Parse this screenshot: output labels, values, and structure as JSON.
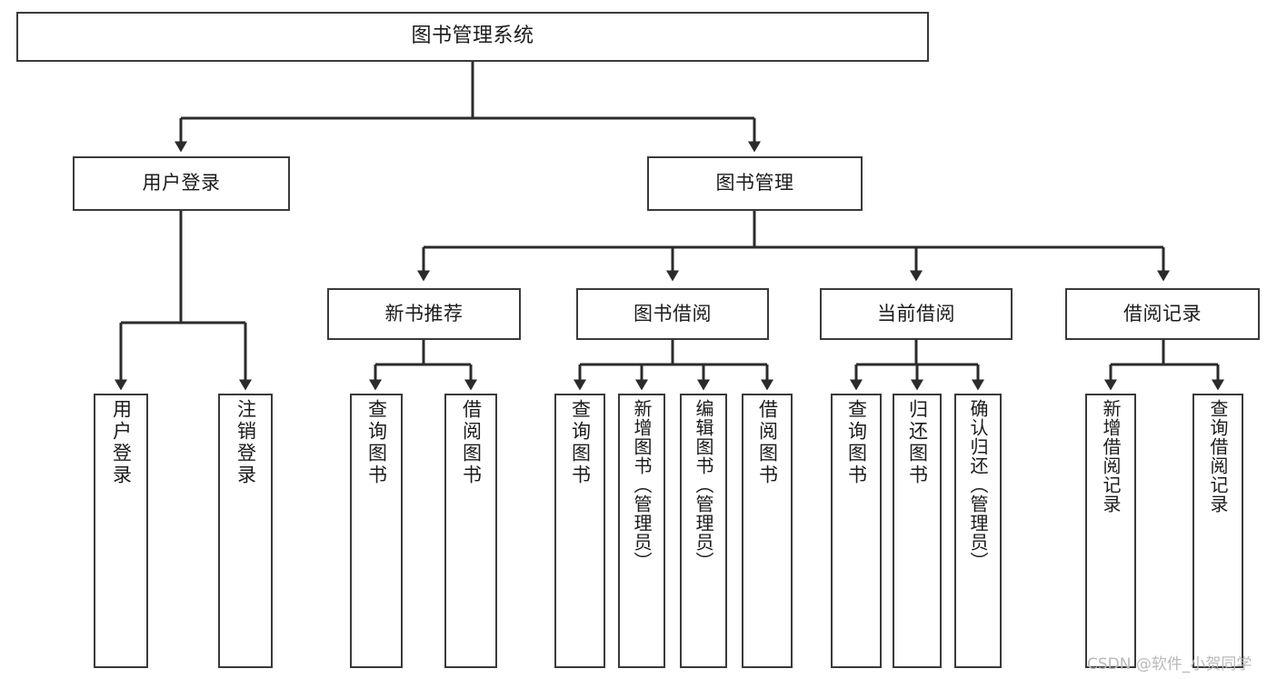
{
  "diagram": {
    "title": "图书管理系统",
    "type": "tree-hierarchy",
    "root": {
      "label": "图书管理系统"
    },
    "level2": [
      {
        "id": "user-login",
        "label": "用户登录"
      },
      {
        "id": "book-management",
        "label": "图书管理"
      }
    ],
    "level3": [
      {
        "id": "new-book-recommend",
        "label": "新书推荐",
        "parent": "book-management"
      },
      {
        "id": "book-borrow",
        "label": "图书借阅",
        "parent": "book-management"
      },
      {
        "id": "current-borrow",
        "label": "当前借阅",
        "parent": "book-management"
      },
      {
        "id": "borrow-record",
        "label": "借阅记录",
        "parent": "book-management"
      }
    ],
    "leaves": [
      {
        "id": "leaf-user-login",
        "label": "用户登录",
        "parent": "user-login"
      },
      {
        "id": "leaf-user-logout",
        "label": "注销登录",
        "parent": "user-login"
      },
      {
        "id": "leaf-query-book-1",
        "label": "查询图书",
        "parent": "new-book-recommend"
      },
      {
        "id": "leaf-borrow-book-1",
        "label": "借阅图书",
        "parent": "new-book-recommend"
      },
      {
        "id": "leaf-query-book-2",
        "label": "查询图书",
        "parent": "book-borrow"
      },
      {
        "id": "leaf-add-book",
        "label": "新增图书（管理员）",
        "parent": "book-borrow"
      },
      {
        "id": "leaf-edit-book",
        "label": "编辑图书（管理员）",
        "parent": "book-borrow"
      },
      {
        "id": "leaf-borrow-book-2",
        "label": "借阅图书",
        "parent": "book-borrow"
      },
      {
        "id": "leaf-query-book-3",
        "label": "查询图书",
        "parent": "current-borrow"
      },
      {
        "id": "leaf-return-book",
        "label": "归还图书",
        "parent": "current-borrow"
      },
      {
        "id": "leaf-confirm-return",
        "label": "确认归还（管理员）",
        "parent": "current-borrow"
      },
      {
        "id": "leaf-add-record",
        "label": "新增借阅记录",
        "parent": "borrow-record"
      },
      {
        "id": "leaf-query-record",
        "label": "查询借阅记录",
        "parent": "borrow-record"
      }
    ],
    "colors": {
      "background": "#ffffff",
      "box_border": "#3a3a3a",
      "box_fill": "#ffffff",
      "connector": "#2b2b2b",
      "text": "#1b1b1b",
      "watermark": "#b9b9b9"
    }
  },
  "watermark": {
    "text": "CSDN @软件_小贺同学"
  }
}
